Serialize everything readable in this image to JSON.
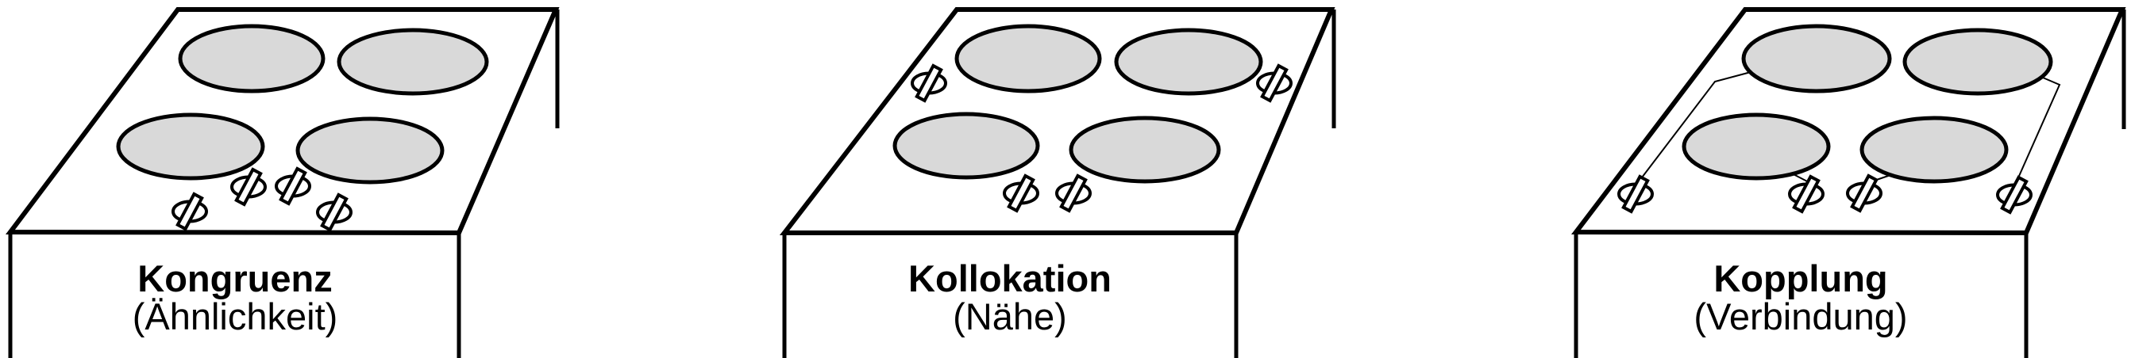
{
  "figure": {
    "background_color": "#ffffff",
    "line_color": "#000000",
    "burner_fill": "#d9d9d9",
    "burners_per_stove": 4,
    "knobs_per_stove": 4,
    "panels": [
      {
        "title": "Kongruenz",
        "subtitle": "(Ähnlichkeit)"
      },
      {
        "title": "Kollokation",
        "subtitle": "(Nähe)"
      },
      {
        "title": "Kopplung",
        "subtitle": "(Verbindung)"
      }
    ]
  }
}
